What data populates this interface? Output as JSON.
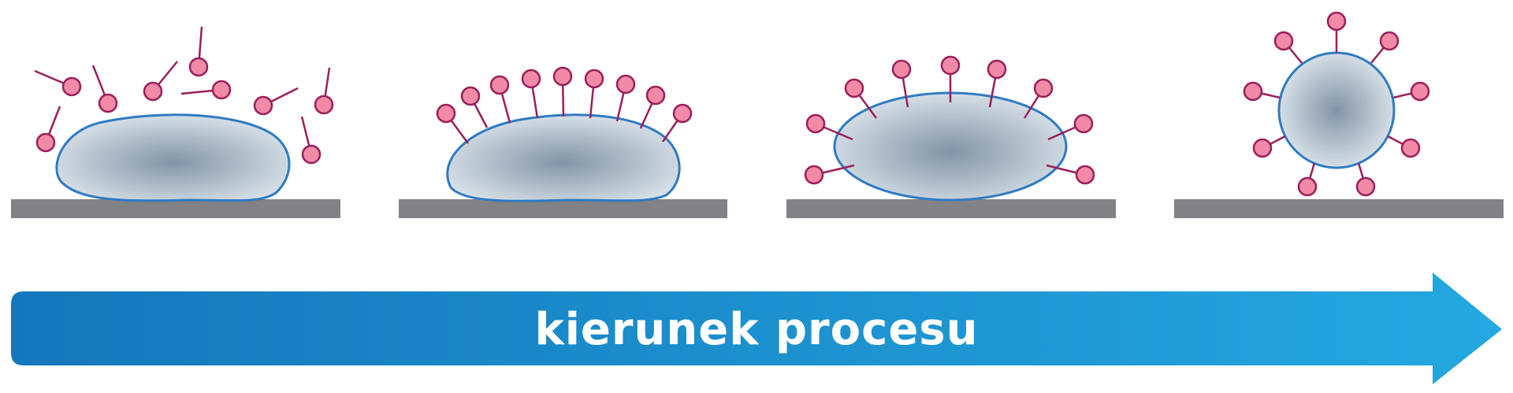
{
  "arrow": {
    "label": "kierunek procesu"
  },
  "colors": {
    "surface": "#828286",
    "droplet_fill_center": "#8394a5",
    "droplet_fill_edge": "#dde6ed",
    "droplet_outline": "#2f7bc2",
    "molecule_head": "#f08aa6",
    "molecule_tail": "#9a1f5b",
    "arrow_start": "#1577bb",
    "arrow_end": "#24a8e0"
  },
  "stages": [
    {
      "id": "stage-1",
      "droplet_shape": "flat-spreading"
    },
    {
      "id": "stage-2",
      "droplet_shape": "dome-covered"
    },
    {
      "id": "stage-3",
      "droplet_shape": "ellipse-lifting"
    },
    {
      "id": "stage-4",
      "droplet_shape": "sphere-detached"
    }
  ]
}
